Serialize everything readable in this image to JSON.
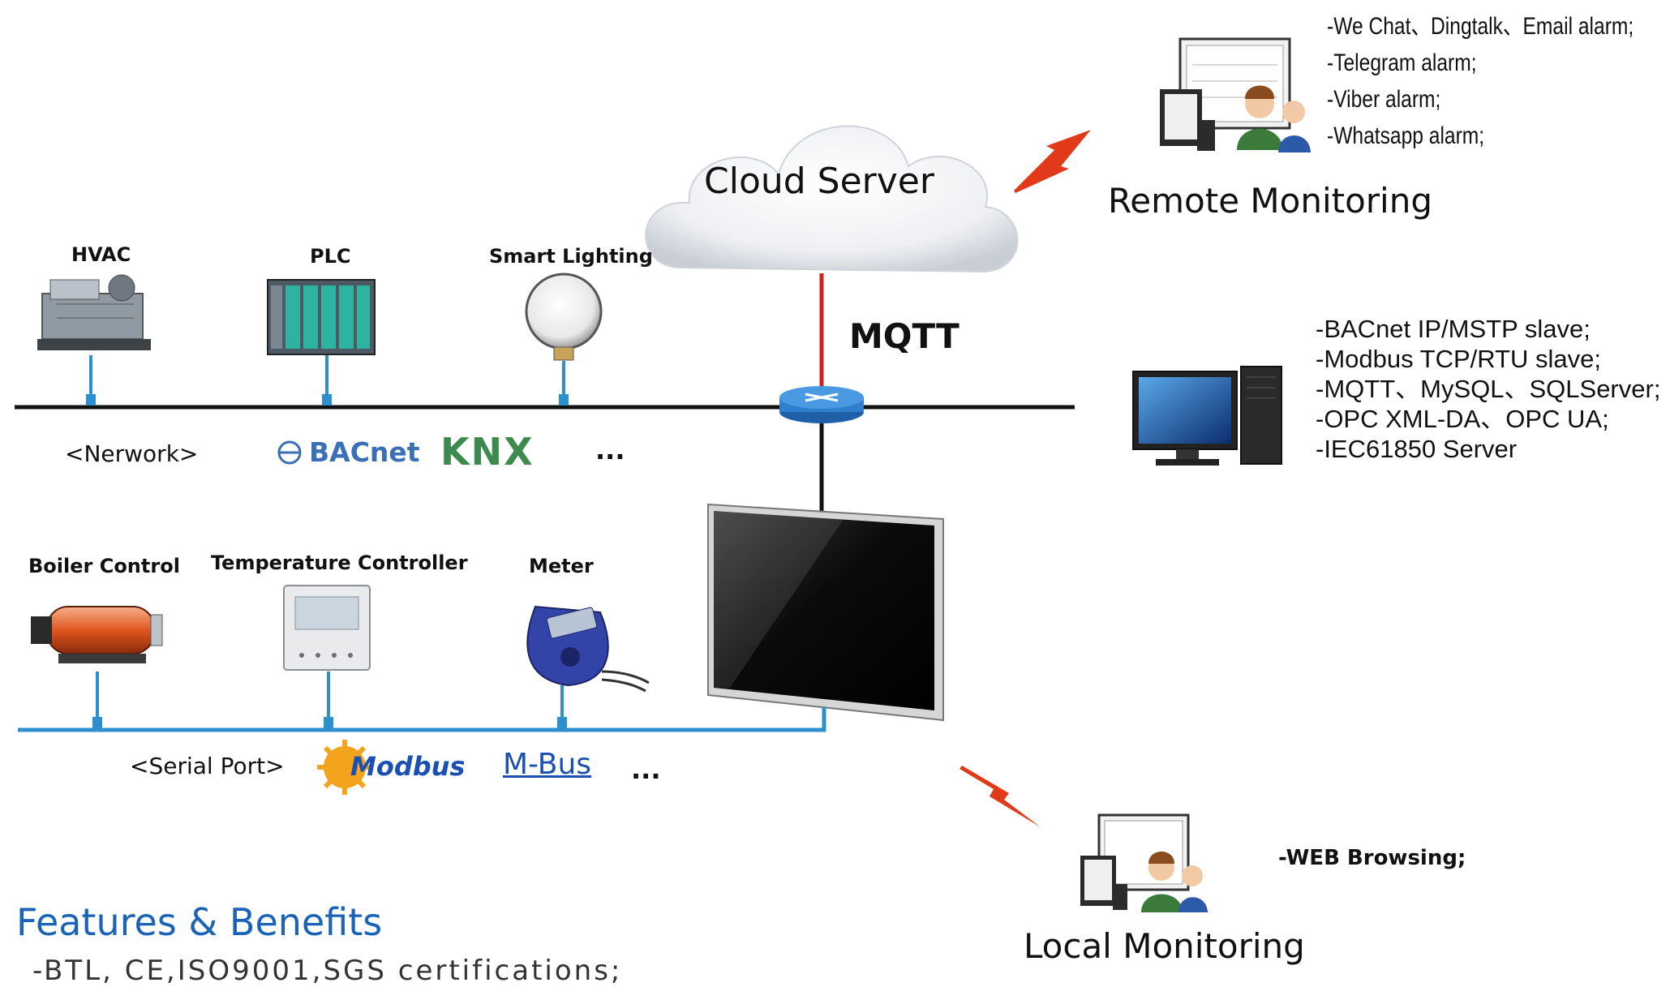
{
  "cloud": {
    "label": "Cloud Server"
  },
  "link": {
    "label": "MQTT"
  },
  "remote": {
    "title": "Remote Monitoring",
    "alarms": [
      "-We Chat、Dingtalk、Email alarm;",
      "-Telegram alarm;",
      "-Viber alarm;",
      "-Whatsapp alarm;"
    ]
  },
  "server": {
    "protocols": [
      "-BACnet IP/MSTP slave;",
      "-Modbus TCP/RTU slave;",
      "-MQTT、MySQL、SQLServer;",
      "-OPC XML-DA、OPC UA;",
      "-IEC61850 Server"
    ]
  },
  "local": {
    "title": "Local Monitoring",
    "note": "-WEB Browsing;"
  },
  "network": {
    "label": "<Nerwork>",
    "devices": [
      "HVAC",
      "PLC",
      "Smart Lighting"
    ],
    "protocols": [
      "BACnet",
      "KNX",
      "..."
    ]
  },
  "serial": {
    "label": "<Serial Port>",
    "devices": [
      "Boiler Control",
      "Temperature Controller",
      "Meter"
    ],
    "protocols": [
      "Modbus",
      "M-Bus",
      "..."
    ]
  },
  "features": {
    "title": "Features & Benefits",
    "line": "-BTL, CE,ISO9001,SGS certifications;"
  },
  "colors": {
    "serial_bus": "#2e8fcf",
    "network_bus": "#111111",
    "mqtt_link": "#d02020",
    "lightning": "#e03a1a",
    "accent_blue": "#1a63b8"
  }
}
